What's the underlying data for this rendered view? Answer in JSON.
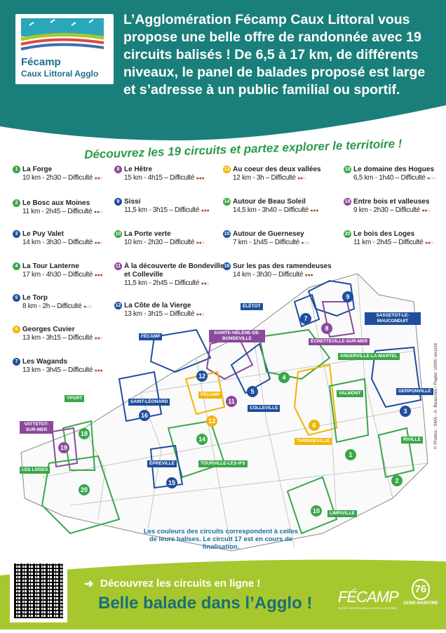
{
  "header": {
    "logo_line1": "Fécamp",
    "logo_line2": "Caux Littoral Agglo",
    "intro": "L’Agglomération Fécamp Caux Littoral vous propose une belle offre de randonnée avec 19 circuits balisés ! De 6,5 à 17 km, de différents niveaux, le panel de balades proposé est large et s’adresse à un public familial ou sportif.",
    "subtitle": "Découvrez les 19 circuits et partez explorer le territoire !"
  },
  "colors": {
    "teal": "#1a7f7a",
    "lime": "#a6c82e",
    "green": "#3aa64a",
    "blue": "#1f4e9c",
    "purple": "#8a4a9c",
    "yellow": "#f2b400"
  },
  "circuits": [
    {
      "n": "1",
      "name": "La Forge",
      "detail": "10 km - 2h30 – Difficulté",
      "diff": "●●○",
      "color": "#3aa64a"
    },
    {
      "n": "2",
      "name": "Le Bosc aux Moines",
      "detail": "11 km - 2h45 – Difficulté",
      "diff": "●●○",
      "color": "#3aa64a"
    },
    {
      "n": "3",
      "name": "Le Puy Valet",
      "detail": "14 km - 3h30 – Difficulté",
      "diff": "●●○",
      "color": "#1f4e9c"
    },
    {
      "n": "4",
      "name": "La Tour Lanterne",
      "detail": "17 km - 4h30 – Difficulté",
      "diff": "●●●",
      "color": "#3aa64a"
    },
    {
      "n": "5",
      "name": "Le Torp",
      "detail": "8 km - 2h – Difficulté",
      "diff": "●○○",
      "color": "#1f4e9c"
    },
    {
      "n": "6",
      "name": "Georges Cuvier",
      "detail": "13 km - 3h15 – Difficulté",
      "diff": "●●○",
      "color": "#f2b400"
    },
    {
      "n": "7",
      "name": "Les Wagands",
      "detail": "13 km - 3h45 – Difficulté",
      "diff": "●●●",
      "color": "#1f4e9c"
    },
    {
      "n": "8",
      "name": "Le Hêtre",
      "detail": "15 km - 4h15 – Difficulté",
      "diff": "●●●",
      "color": "#8a4a9c"
    },
    {
      "n": "9",
      "name": "Sissi",
      "detail": "11,5 km - 3h15 – Difficulté",
      "diff": "●●●",
      "color": "#1f4e9c"
    },
    {
      "n": "10",
      "name": "La Porte verte",
      "detail": "10 km - 2h30 – Difficulté",
      "diff": "●●○",
      "color": "#3aa64a"
    },
    {
      "n": "11",
      "name": "À la découverte de Bondeville et Colleville",
      "detail": "11,5 km - 2h45 – Difficulté",
      "diff": "●●○",
      "color": "#8a4a9c"
    },
    {
      "n": "12",
      "name": "La Côte de la Vierge",
      "detail": "13 km - 3h15 – Difficulté",
      "diff": "●●○",
      "color": "#1f4e9c"
    },
    {
      "n": "13",
      "name": "Au coeur des deux vallées",
      "detail": "12 km - 3h – Difficulté",
      "diff": "●●○",
      "color": "#f2b400"
    },
    {
      "n": "14",
      "name": "Autour de Beau Soleil",
      "detail": "14,5 km - 3h40 – Difficulté",
      "diff": "●●●",
      "color": "#3aa64a"
    },
    {
      "n": "15",
      "name": "Autour de Guernesey",
      "detail": "7 km - 1h45 – Difficulté",
      "diff": "●○○",
      "color": "#1f4e9c"
    },
    {
      "n": "16",
      "name": "Sur les pas des ramendeuses",
      "detail": "14 km - 3h30 – Difficulté",
      "diff": "●●●",
      "color": "#1f4e9c"
    },
    {
      "n": "18",
      "name": "Le domaine des Hogues",
      "detail": "6,5 km - 1h40 – Difficulté",
      "diff": "●○○",
      "color": "#3aa64a"
    },
    {
      "n": "19",
      "name": "Entre bois et valleuses",
      "detail": "9 km - 2h30 – Difficulté",
      "diff": "●●○",
      "color": "#8a4a9c"
    },
    {
      "n": "20",
      "name": "Le bois des Loges",
      "detail": "11 km - 2h45 – Difficulté",
      "diff": "●●○",
      "color": "#3aa64a"
    }
  ],
  "map": {
    "towns": [
      "ÉLÉTOT",
      "SASSETOT-LE-MAUCONDUIT",
      "ÉCRETTEVILLE-SUR-MER",
      "SAINTE-HÉLÈNE-DE-BONDEVILLE",
      "FÉCAMP",
      "ANGERVILLE-LA-MARTEL",
      "VALMONT",
      "GERPONVILLE",
      "YPORT",
      "SAINT-LÉONARD",
      "FÉCAMP",
      "COLLEVILLE",
      "VATTETOT-SUR-MER",
      "RIVILLE",
      "THIERGEVILLE",
      "ÉPREVILLE",
      "TOURVILLE-LES-IFS",
      "LES LOGES",
      "LIMPIVILLE"
    ],
    "note": "Les couleurs des circuits correspondent à celles de leurs balises. Le circuit 17 est en cours de finalisation.",
    "credit": "© Photos : SMA - A. Beauvois / Papier 100% recyclé"
  },
  "footer": {
    "online": "Découvrez les circuits en ligne !",
    "slogan": "Belle balade dans l’Agglo !",
    "logo_fecamp": "FÉCAMP",
    "logo_fecamp_sub": "NOTRE NATURE A BEAUCOUP A VOUS DIRE",
    "logo_76": "76",
    "logo_76_label": "SEINE-MARITIME"
  }
}
